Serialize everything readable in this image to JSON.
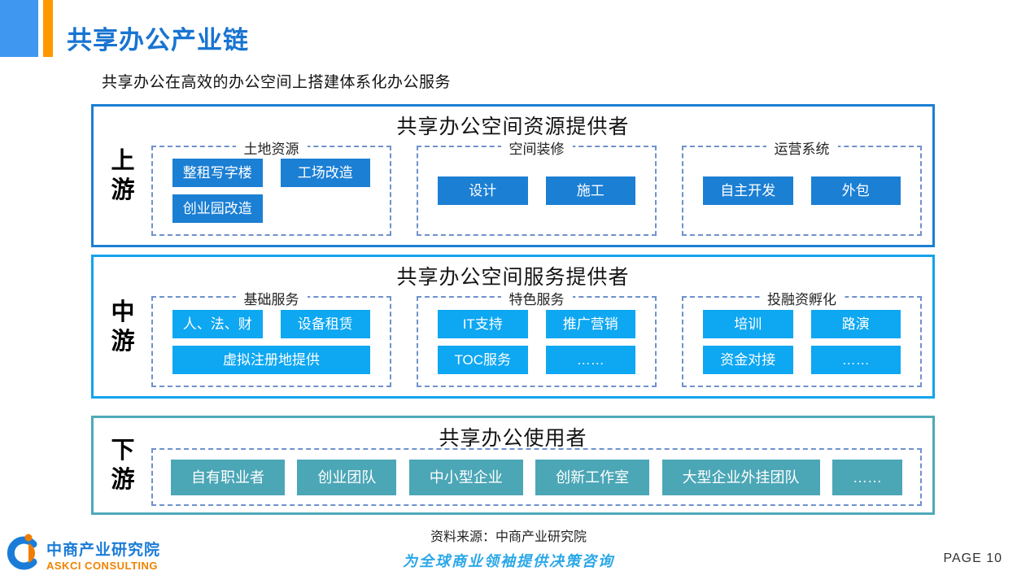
{
  "header": {
    "title": "共享办公产业链",
    "subtitle": "共享办公在高效的办公空间上搭建体系化办公服务"
  },
  "diagram": {
    "sections": [
      {
        "side_label": "上游",
        "title": "共享办公空间资源提供者",
        "accent_color": "#1b7fd4",
        "button_color": "#1b7fd4",
        "groups": [
          {
            "label": "土地资源",
            "rows": [
              [
                {
                  "text": "整租写字楼"
                },
                {
                  "text": "工场改造"
                }
              ],
              [
                {
                  "text": "创业园改造",
                  "half": true
                }
              ]
            ]
          },
          {
            "label": "空间装修",
            "rows": [
              [
                {
                  "text": "设计"
                },
                {
                  "text": "施工"
                }
              ]
            ]
          },
          {
            "label": "运营系统",
            "rows": [
              [
                {
                  "text": "自主开发"
                },
                {
                  "text": "外包"
                }
              ]
            ]
          }
        ]
      },
      {
        "side_label": "中游",
        "title": "共享办公空间服务提供者",
        "accent_color": "#14a3ec",
        "button_color": "#0ea7f2",
        "groups": [
          {
            "label": "基础服务",
            "rows": [
              [
                {
                  "text": "人、法、财"
                },
                {
                  "text": "设备租赁"
                }
              ],
              [
                {
                  "text": "虚拟注册地提供",
                  "wide": true
                }
              ]
            ]
          },
          {
            "label": "特色服务",
            "rows": [
              [
                {
                  "text": "IT支持"
                },
                {
                  "text": "推广营销"
                }
              ],
              [
                {
                  "text": "TOC服务"
                },
                {
                  "text": "……"
                }
              ]
            ]
          },
          {
            "label": "投融资孵化",
            "rows": [
              [
                {
                  "text": "培训"
                },
                {
                  "text": "路演"
                }
              ],
              [
                {
                  "text": "资金对接"
                },
                {
                  "text": "……"
                }
              ]
            ]
          }
        ]
      },
      {
        "side_label": "下游",
        "title": "共享办公使用者",
        "accent_color": "#4ea9ba",
        "button_color": "#4ba6b6",
        "users": [
          "自有职业者",
          "创业团队",
          "中小型企业",
          "创新工作室",
          "大型企业外挂团队",
          "……"
        ]
      }
    ]
  },
  "footer": {
    "source": "资料来源：中商产业研究院",
    "slogan": "为全球商业领袖提供决策咨询",
    "page": "PAGE 10",
    "logo": {
      "cn": "中商产业研究院",
      "en": "ASKCI CONSULTING"
    }
  },
  "colors": {
    "title_blue": "#1874d2",
    "accent_square_blue": "#3f97f0",
    "accent_bar_orange": "#ff9800",
    "upstream_blue": "#1b7fd4",
    "midstream_blue": "#0ea7f2",
    "downstream_teal": "#4ba6b6",
    "dashed_border": "#6f92cc",
    "logo_orange": "#f08300",
    "slogan_blue": "#2aa7e8"
  }
}
